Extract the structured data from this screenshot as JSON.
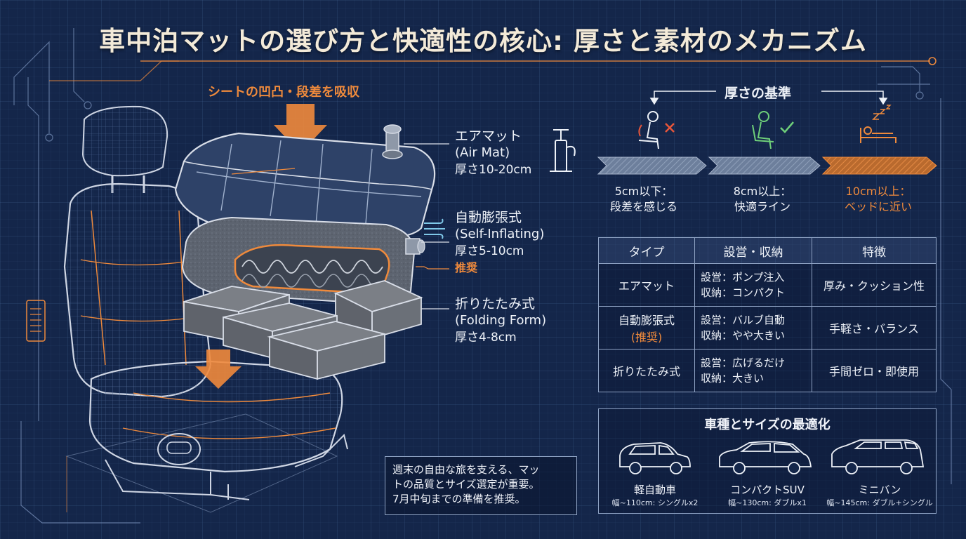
{
  "title": "車中泊マットの選び方と快適性の核心: 厚さと素材のメカニズム",
  "absorb_label": "シートの凹凸・段差を吸収",
  "mats": [
    {
      "name": "エアマット",
      "en": "(Air Mat)",
      "thickness": "厚さ10-20cm"
    },
    {
      "name": "自動膨張式",
      "en": "(Self-Inflating)",
      "thickness": "厚さ5-10cm",
      "recommend": "推奨"
    },
    {
      "name": "折りたたみ式",
      "en": "(Folding Form)",
      "thickness": "厚さ4-8cm"
    }
  ],
  "thickness_guide": {
    "title": "厚さの基準",
    "stages": [
      {
        "line1": "5cm以下：",
        "line2": "段差を感じる"
      },
      {
        "line1": "8cm以上：",
        "line2": "快適ライン"
      },
      {
        "line1": "10cm以上：",
        "line2": "ベッドに近い"
      }
    ],
    "colors": {
      "bad": "#e8563a",
      "good": "#6fd07a",
      "accent": "#ef8a3c"
    }
  },
  "table": {
    "headers": [
      "タイプ",
      "設営・収納",
      "特徴"
    ],
    "rows": [
      {
        "type": "エアマット",
        "setup": "設営：ポンプ注入",
        "storage": "収納：コンパクト",
        "feature": "厚み・クッション性"
      },
      {
        "type": "自動膨張式",
        "type_note": "(推奨)",
        "setup": "設営：バルブ自動",
        "storage": "収納：やや大きい",
        "feature": "手軽さ・バランス"
      },
      {
        "type": "折りたたみ式",
        "setup": "設営：広げるだけ",
        "storage": "収納：大きい",
        "feature": "手間ゼロ・即使用"
      }
    ]
  },
  "vehicles": {
    "title": "車種とサイズの最適化",
    "items": [
      {
        "name": "軽自動車",
        "note": "幅~110cm: シングルx2"
      },
      {
        "name": "コンパクトSUV",
        "note": "幅~130cm: ダブルx1"
      },
      {
        "name": "ミニバン",
        "note": "幅~145cm: ダブル+シングル"
      }
    ]
  },
  "note": {
    "line1": "週末の自由な旅を支える、マッ",
    "line2": "トの品質とサイズ選定が重要。",
    "line3": "7月中旬までの準備を推奨。"
  }
}
